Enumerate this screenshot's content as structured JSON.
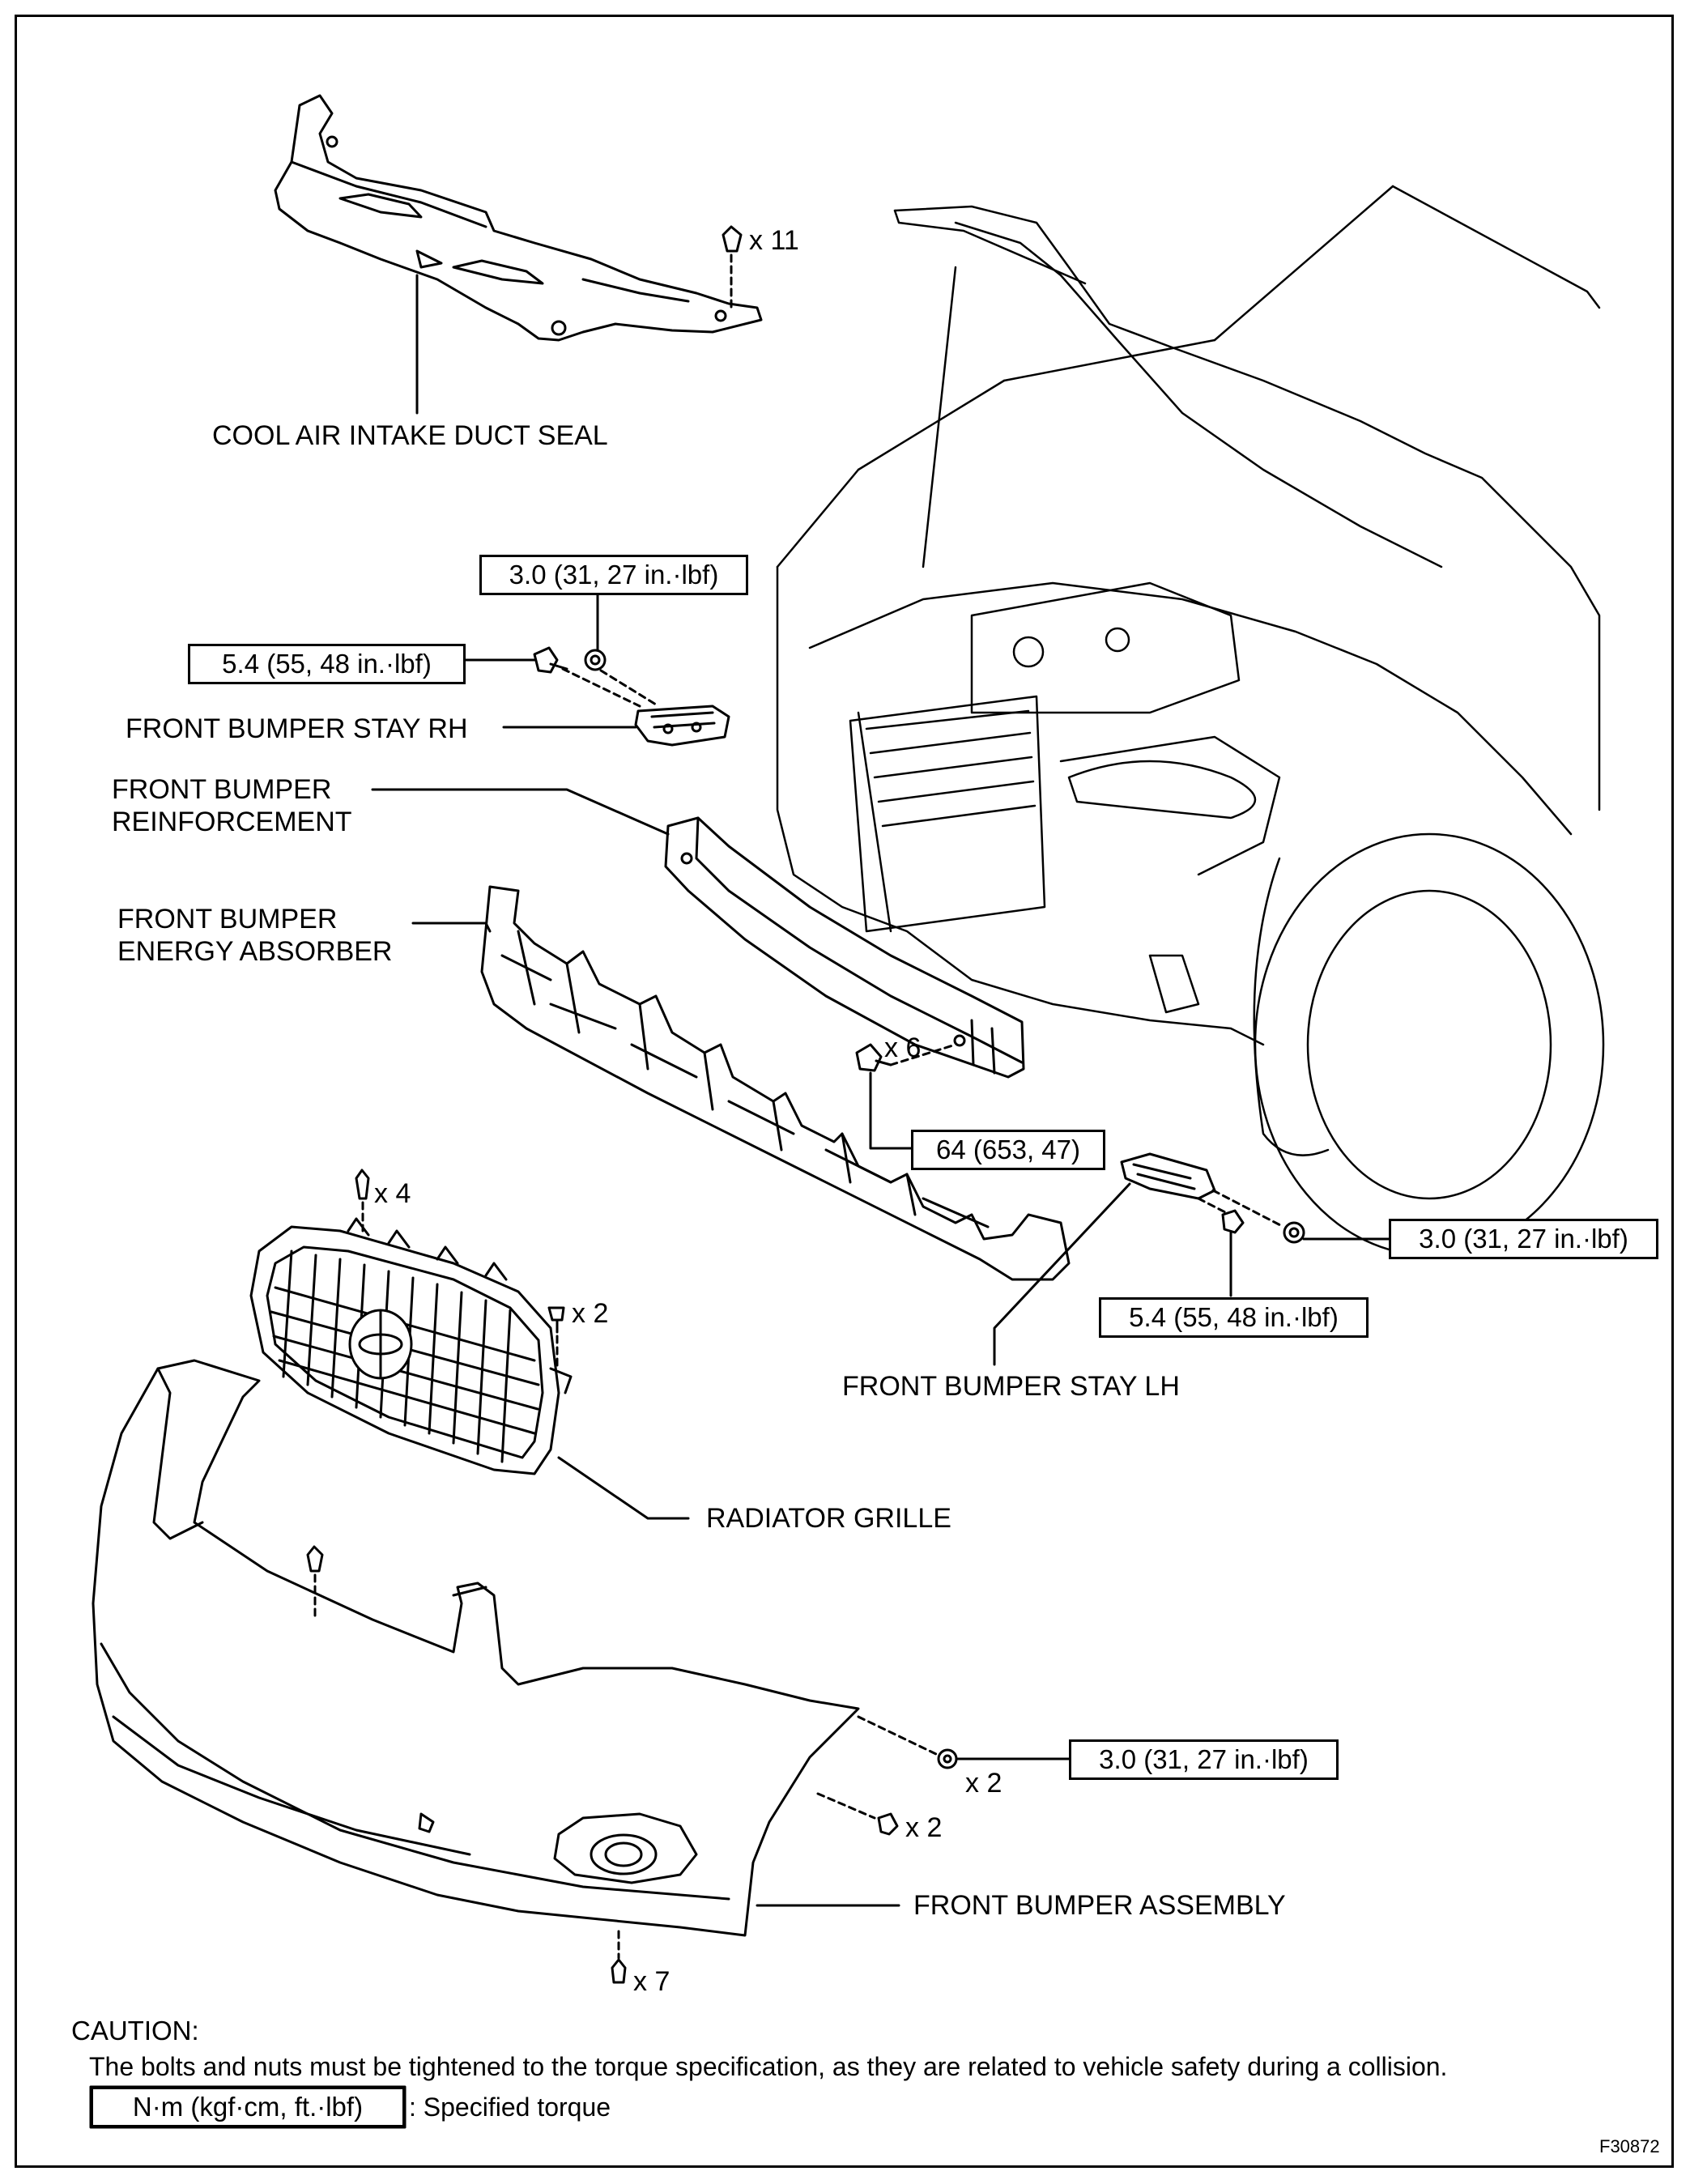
{
  "labels": {
    "cool_air_intake_duct_seal": "COOL AIR INTAKE DUCT SEAL",
    "front_bumper_stay_rh": "FRONT BUMPER STAY RH",
    "front_bumper_reinforcement_1": "FRONT BUMPER",
    "front_bumper_reinforcement_2": "REINFORCEMENT",
    "front_bumper_energy_absorber_1": "FRONT BUMPER",
    "front_bumper_energy_absorber_2": "ENERGY ABSORBER",
    "front_bumper_stay_lh": "FRONT BUMPER STAY LH",
    "radiator_grille": "RADIATOR GRILLE",
    "front_bumper_assembly": "FRONT BUMPER ASSEMBLY"
  },
  "torque": {
    "rh_upper": "3.0 (31, 27 in.·lbf)",
    "rh_left": "5.4 (55, 48 in.·lbf)",
    "reinforcement": "64 (653, 47)",
    "lh_right": "3.0 (31, 27 in.·lbf)",
    "lh_lower": "5.4 (55, 48 in.·lbf)",
    "bumper": "3.0 (31, 27 in.·lbf)"
  },
  "counts": {
    "duct_clip": "x 11",
    "reinforcement_bolt": "x 6",
    "grille_clip": "x 4",
    "grille_screw": "x 2",
    "bumper_screw": "x 2",
    "bumper_clip": "x 2",
    "bumper_bottom": "x 7"
  },
  "caution": {
    "title": "CAUTION:",
    "text": "The bolts and nuts must be tightened to the torque specification, as they are related to vehicle safety during a collision.",
    "legend_box": "N·m (kgf·cm, ft.·lbf)",
    "legend_text": ": Specified torque"
  },
  "figure_id": "F30872"
}
